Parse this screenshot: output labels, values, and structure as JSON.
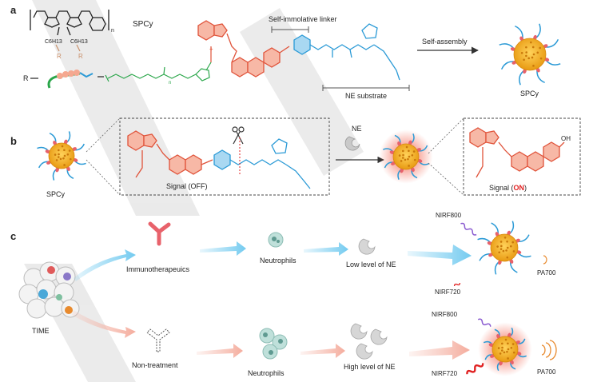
{
  "panels": {
    "a": {
      "letter": "a",
      "polymer_label": "SPCy",
      "polymer_subscript": "n",
      "side_chain_1": "C6H13",
      "side_chain_2": "C6H13",
      "sub_R1": "R",
      "sub_R2": "R",
      "R_prefix": "R",
      "peg_subscript": "n",
      "linker_label": "Self-immolative linker",
      "substrate_label": "NE substrate",
      "arrow_label": "Self-assembly",
      "product_label": "SPCy"
    },
    "b": {
      "letter": "b",
      "np_label": "SPCy",
      "signal_off": "Signal (OFF)",
      "enzyme_label": "NE",
      "signal_on_prefix": "Signal (",
      "signal_on_word": "ON",
      "signal_on_suffix": ")",
      "oh_label": "OH"
    },
    "c": {
      "letter": "c",
      "time_label": "TIME",
      "top_row": [
        "Immunotherapeuics",
        "Neutrophils",
        "Low level of NE"
      ],
      "bottom_row": [
        "Non-treatment",
        "Neutrophils",
        "High level of NE"
      ],
      "nirf800": "NIRF800",
      "nirf720": "NIRF720",
      "pa700": "PA700"
    }
  },
  "colors": {
    "dye": "#f08a72",
    "dye_stroke": "#e0533a",
    "peptide": "#2b9ad6",
    "peg": "#2aa64a",
    "np_core": "#f2b22a",
    "signal_on": "#e02020",
    "arrow_blue": "#6cc8ef",
    "arrow_pink": "#f4b3a5"
  }
}
